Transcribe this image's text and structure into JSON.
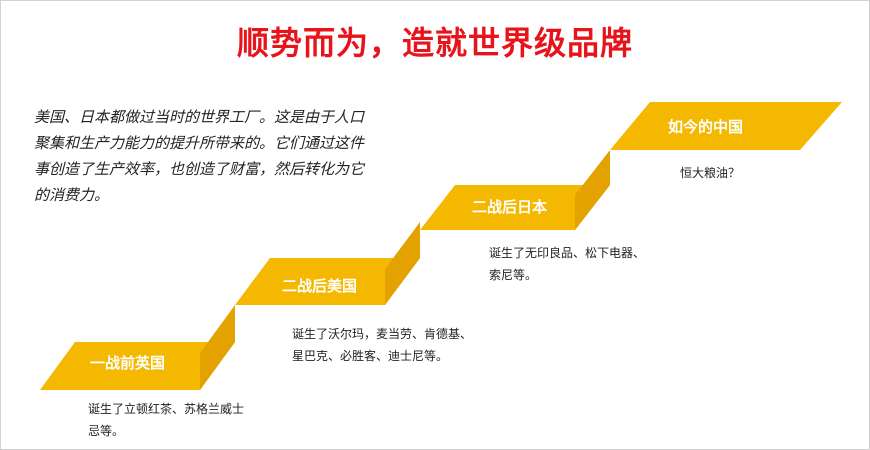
{
  "title": "顺势而为，造就世界级品牌",
  "intro": "美国、日本都做过当时的世界工厂。这是由于人口聚集和生产力能力的提升所带来的。它们通过这件事创造了生产效率，也创造了财富，然后转化为它的消费力。",
  "colors": {
    "title": "#e8141b",
    "step": "#f5b800",
    "step_dark": "#e3a200"
  },
  "steps": [
    {
      "label": "一战前英国",
      "desc": "诞生了立顿红茶、苏格兰威士忌等。"
    },
    {
      "label": "二战后美国",
      "desc": "诞生了沃尔玛，麦当劳、肯德基、星巴克、必胜客、迪士尼等。"
    },
    {
      "label": "二战后日本",
      "desc": "诞生了无印良品、松下电器、索尼等。"
    },
    {
      "label": "如今的中国",
      "desc": "恒大粮油？"
    }
  ]
}
